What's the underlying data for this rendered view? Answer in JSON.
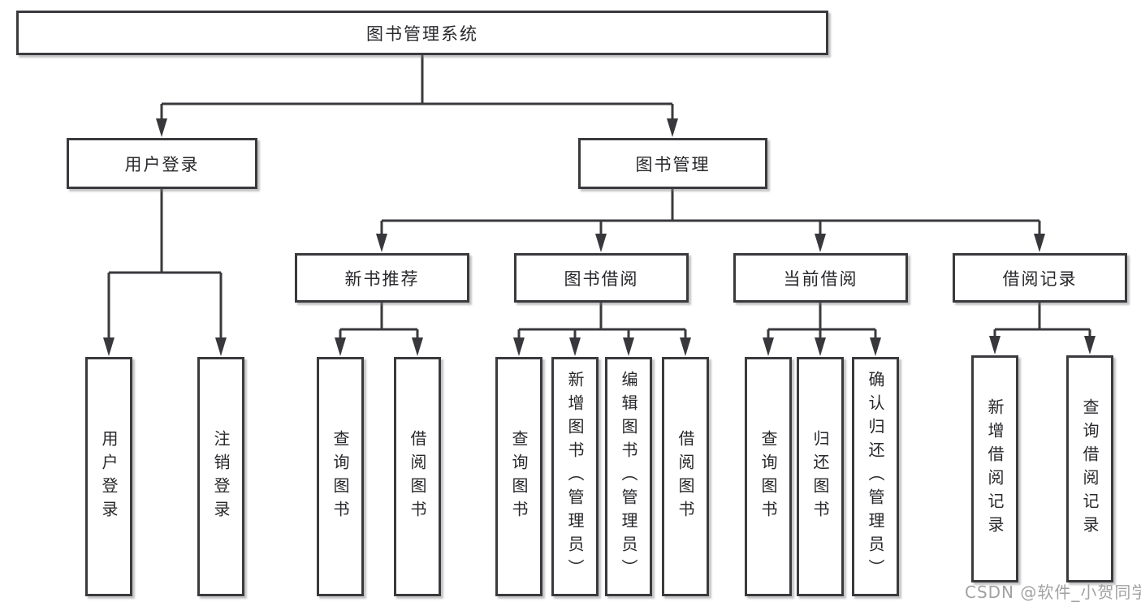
{
  "diagram": {
    "title": "图书管理系统",
    "root": {
      "label": "图书管理系统"
    },
    "level2": [
      {
        "label": "用户登录"
      },
      {
        "label": "图书管理"
      }
    ],
    "level3": [
      {
        "label": "新书推荐"
      },
      {
        "label": "图书借阅"
      },
      {
        "label": "当前借阅"
      },
      {
        "label": "借阅记录"
      }
    ],
    "leaf_groups": [
      {
        "parent": "用户登录",
        "items": [
          "用户登录",
          "注销登录"
        ]
      },
      {
        "parent": "新书推荐",
        "items": [
          "查询图书",
          "借阅图书"
        ]
      },
      {
        "parent": "图书借阅",
        "items": [
          "查询图书",
          "新增图书（管理员）",
          "编辑图书（管理员）",
          "借阅图书"
        ]
      },
      {
        "parent": "当前借阅",
        "items": [
          "查询图书",
          "归还图书",
          "确认归还（管理员）"
        ]
      },
      {
        "parent": "借阅记录",
        "items": [
          "新增借阅记录",
          "查询借阅记录"
        ]
      }
    ],
    "colors": {
      "line": "#3a3a3e",
      "box_border": "#3a3a3e",
      "text": "#28282c",
      "watermark": "#a2a2a2"
    }
  },
  "watermark": {
    "text": "CSDN @软件_小贺同学"
  }
}
